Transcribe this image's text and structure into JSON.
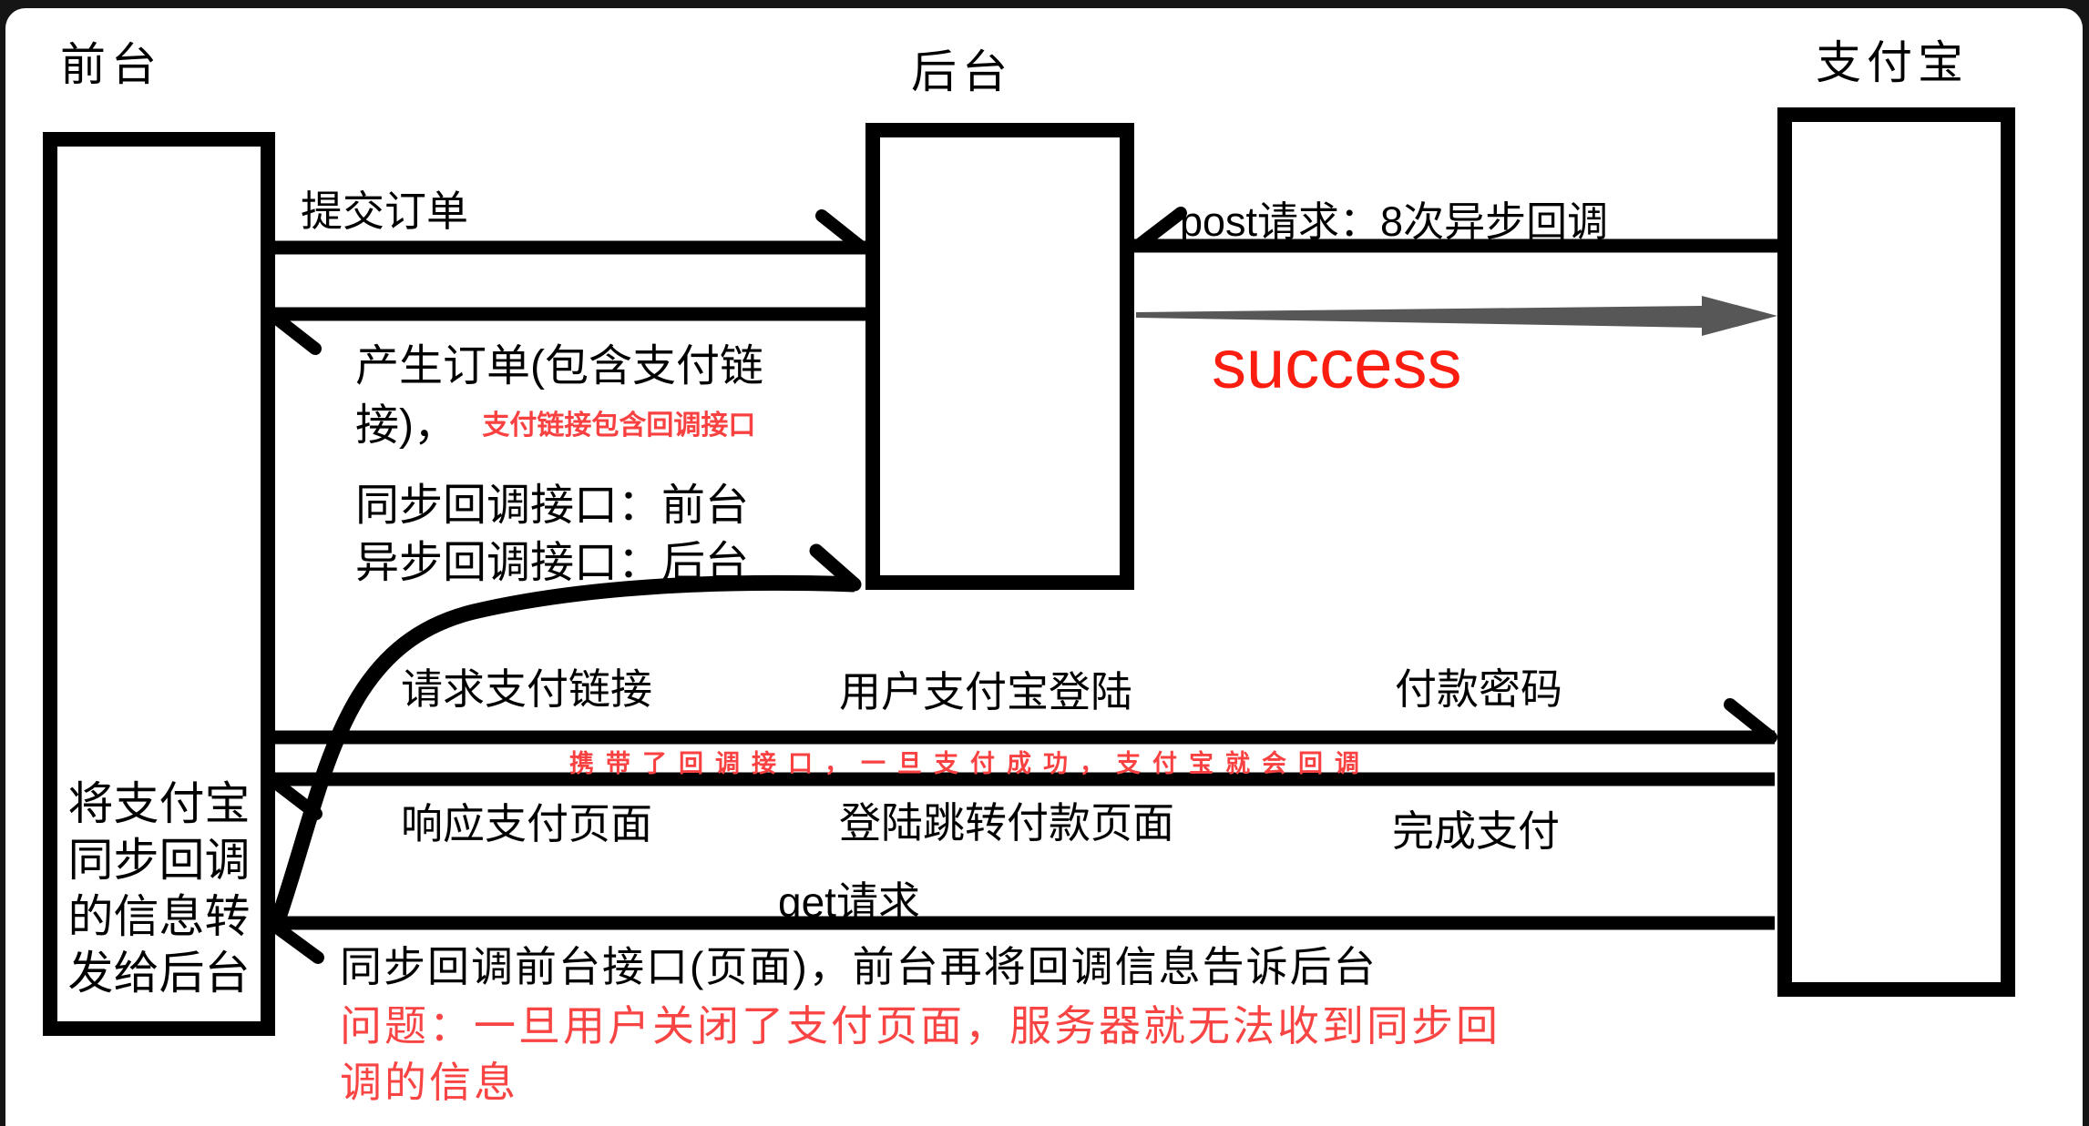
{
  "colors": {
    "ink": "#000000",
    "gray_arrow": "#575757",
    "red_success": "#fb1d10",
    "red_note_small": "#f94141",
    "red_problem": "#f94444",
    "frame": "#151515"
  },
  "actors": {
    "frontend": "前台",
    "backend": "后台",
    "alipay": "支付宝"
  },
  "frontend_box_note_lines": [
    "将支付宝",
    "同步回调",
    "的信息转",
    "发给后台"
  ],
  "messages": {
    "submit_order": "提交订单",
    "post_request": "post请求：8次异步回调",
    "success": "success",
    "generate_order_line1": "产生订单(包含支付链",
    "generate_order_line2": "接)，",
    "generate_order_note_red": "支付链接包含回调接口",
    "sync_callback_iface": "同步回调接口：前台",
    "async_callback_iface": "异步回调接口：后台",
    "request_pay_link": "请求支付链接",
    "user_alipay_login": "用户支付宝登陆",
    "pay_password": "付款密码",
    "callback_note_red": "携带了回调接口，一旦支付成功，支付宝就会回调",
    "respond_pay_page": "响应支付页面",
    "login_jump_pay_page": "登陆跳转付款页面",
    "complete_payment": "完成支付",
    "get_request": "get请求",
    "sync_callback_forward": "同步回调前台接口(页面)，前台再将回调信息告诉后台",
    "problem_line1": "问题：一旦用户关闭了支付页面，服务器就无法收到同步回",
    "problem_line2": "调的信息"
  }
}
